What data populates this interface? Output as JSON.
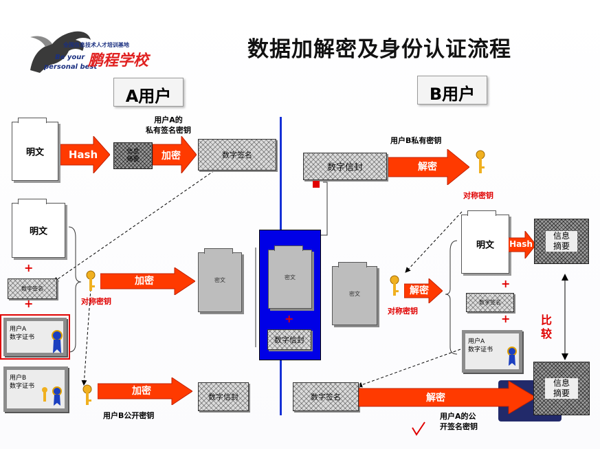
{
  "title": "数据加解密及身份认证流程",
  "logo": {
    "text1": "全国信息技术人才培训基地",
    "text2": "Be your",
    "text3": "personal best",
    "brand": "鹏程学校"
  },
  "headers": {
    "a": "A用户",
    "b": "B用户"
  },
  "left": {
    "plain1": "明文",
    "hash": "Hash",
    "digest_small": "信息\n摘要",
    "encrypt1": "加密",
    "a_private_key_label": "用户A的\n私有签名密钥",
    "signature1": "数字签名",
    "plain2": "明文",
    "signature2": "数字签名",
    "sym_key": "对称密钥",
    "encrypt2": "加密",
    "cipher": "密文",
    "cert_a": "用户A\n数字证书",
    "cert_b": "用户B\n数字证书",
    "encrypt3": "加密",
    "envelope": "数字信封",
    "b_public_key": "用户B公开密钥"
  },
  "middle": {
    "cipher": "密文",
    "envelope": "数字信封"
  },
  "right": {
    "envelope": "数字信封",
    "decrypt1": "解密",
    "b_private_key": "用户B私有密钥",
    "sym_key_top": "对称密钥",
    "plain": "明文",
    "hash": "Hash",
    "digest1": "信息\n摘要",
    "cipher": "密文",
    "decrypt2": "解密",
    "sym_key": "对称密钥",
    "signature": "数字签名",
    "cert_a": "用户A\n数字证书",
    "compare": "比\n较",
    "signature_bottom": "数字签名",
    "decrypt3": "解密",
    "digest2": "信息\n摘要",
    "a_public_key": "用户A的公\n开签名密钥"
  },
  "plus": "+",
  "colors": {
    "arrow": "#ff3a00",
    "blue_box": "#0000e6",
    "divider": "#1530d6",
    "red": "#e00000"
  }
}
